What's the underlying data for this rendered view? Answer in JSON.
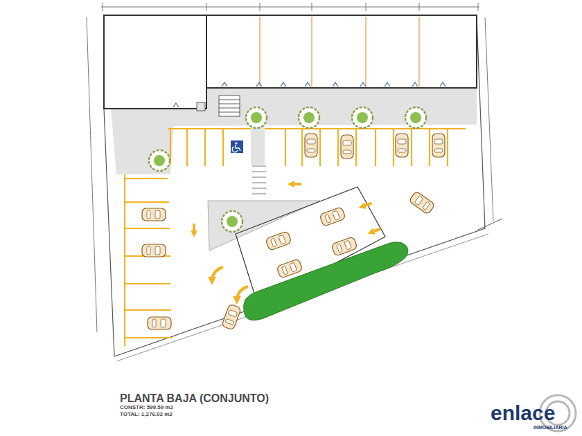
{
  "diagram": {
    "title": "PLANTA BAJA (CONJUNTO)",
    "labels": [
      "CONSTR: 599.59 m2",
      "TOTAL: 1,276.02 m2",
      "enlace",
      "INMOBILIARIA"
    ]
  }
}
